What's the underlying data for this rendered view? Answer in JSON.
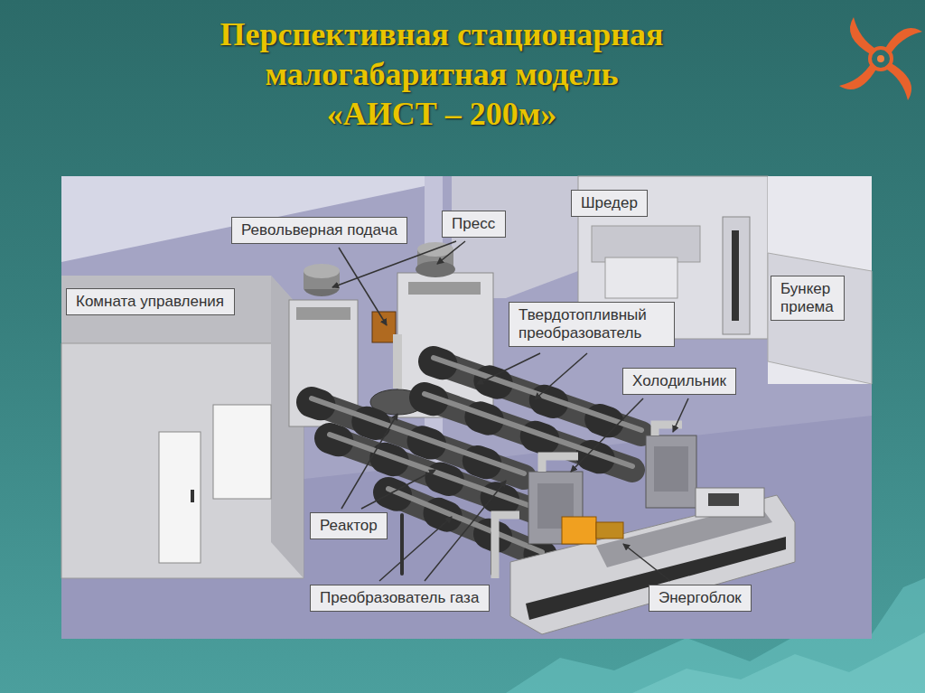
{
  "diagram": {
    "title": "Перспективная стационарная малогабаритная модель «АИСТ – 200м»",
    "nodes": [
      {
        "text": [
          "Шредер"
        ]
      },
      {
        "text": [
          "Пресс"
        ]
      },
      {
        "text": [
          "Револьверная подача"
        ]
      },
      {
        "text": [
          "Бункер приема"
        ]
      },
      {
        "text": [
          "Комната управления"
        ]
      },
      {
        "text": [
          "Твердотопливный преобразователь"
        ]
      },
      {
        "text": [
          "Холодильник"
        ]
      },
      {
        "text": [
          "Реактор"
        ]
      },
      {
        "text": [
          "Преобразователь газа"
        ]
      },
      {
        "text": [
          "Энергоблок"
        ]
      }
    ]
  }
}
